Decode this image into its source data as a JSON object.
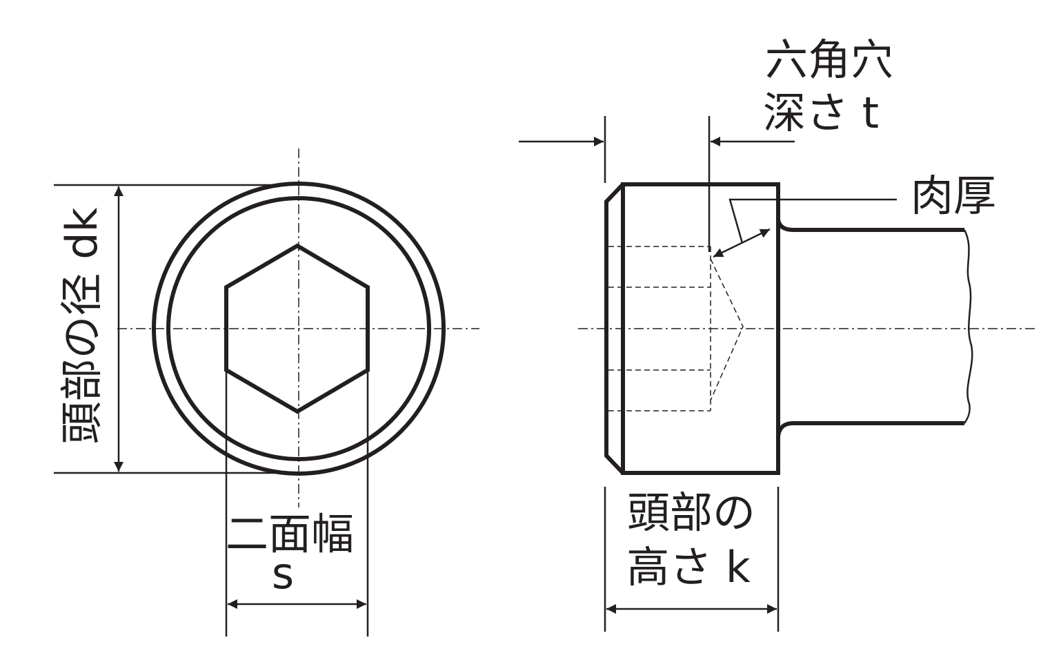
{
  "labels": {
    "head_diameter": "頭部の径 dk",
    "across_flats_line1": "二面幅",
    "across_flats_line2": "s",
    "hex_depth_line1": "六角穴",
    "hex_depth_line2": "深さ t",
    "wall_thickness": "肉厚",
    "head_height_line1": "頭部の",
    "head_height_line2": "高さ k"
  },
  "colors": {
    "line": "#231f20",
    "background": "#ffffff"
  }
}
